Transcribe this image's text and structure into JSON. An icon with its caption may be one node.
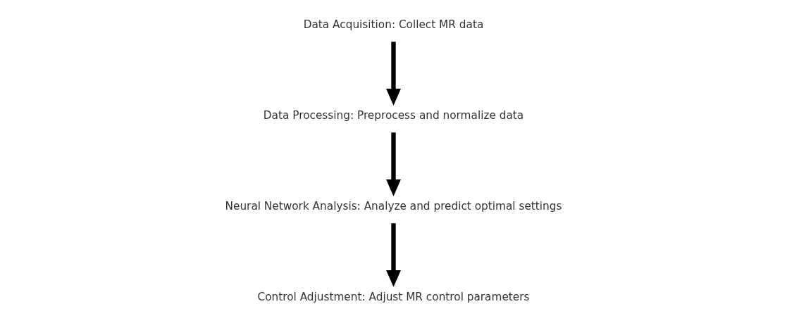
{
  "diagram": {
    "nodes": [
      {
        "text": [
          "Data Acquisition: Collect MR data"
        ]
      },
      {
        "text": [
          "Data Processing: Preprocess and normalize data"
        ]
      },
      {
        "text": [
          "Neural Network Analysis: Analyze and predict optimal settings"
        ]
      },
      {
        "text": [
          "Control Adjustment: Adjust MR control parameters"
        ]
      }
    ],
    "edges": [
      {
        "from": 0,
        "to": 1,
        "arrow": "to"
      },
      {
        "from": 1,
        "to": 2,
        "arrow": "to"
      },
      {
        "from": 2,
        "to": 3,
        "arrow": "to"
      }
    ]
  }
}
